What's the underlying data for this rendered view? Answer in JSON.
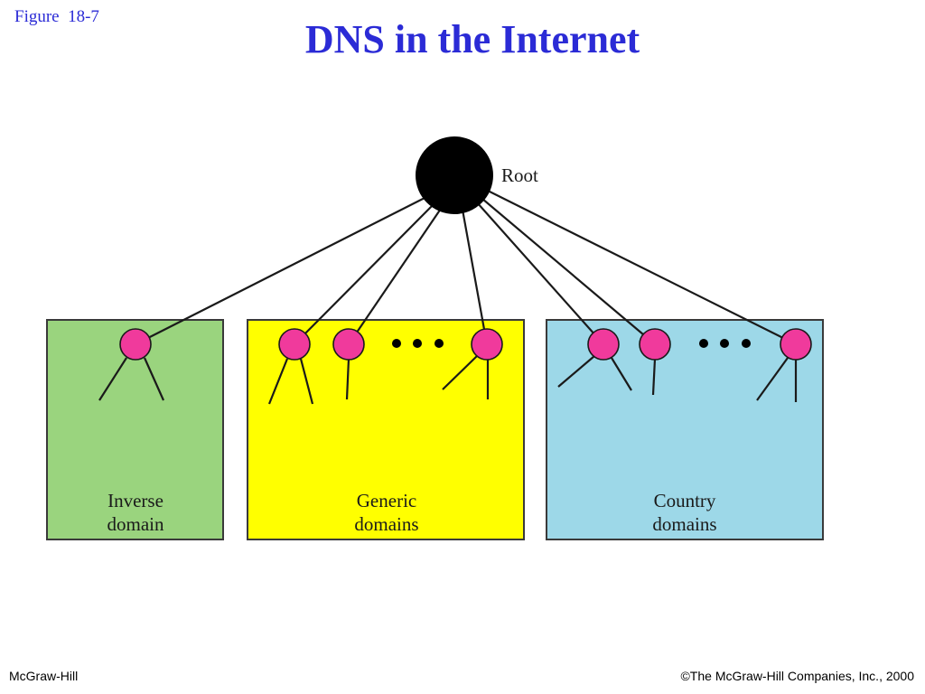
{
  "figure_label": "Figure  18-7",
  "title": "DNS in the Internet",
  "diagram": {
    "root_label": "Root",
    "domains": [
      {
        "line1": "Inverse",
        "line2": "domain",
        "color": "#9ad47e"
      },
      {
        "line1": "Generic",
        "line2": "domains",
        "color": "#ffff00"
      },
      {
        "line1": "Country",
        "line2": "domains",
        "color": "#9dd8e8"
      }
    ],
    "node_color": "#f03a9c",
    "root_color": "#000000"
  },
  "footer": {
    "left": "McGraw-Hill",
    "right": "©The McGraw-Hill Companies, Inc., 2000"
  }
}
